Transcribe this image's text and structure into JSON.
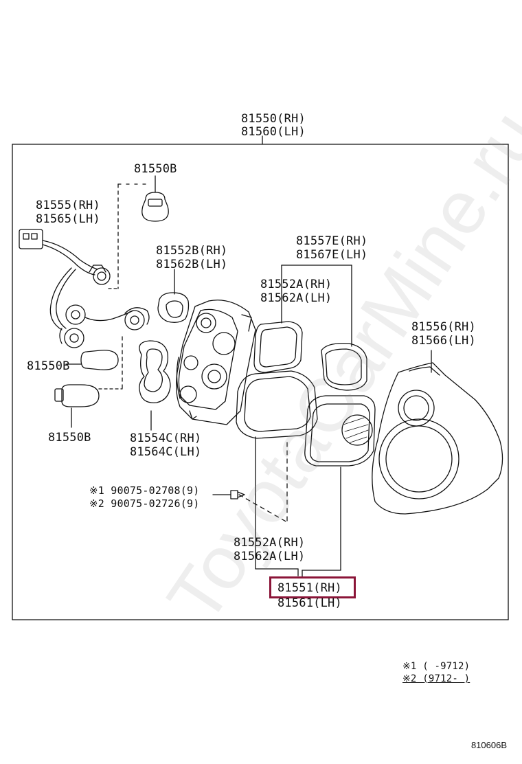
{
  "assembly": {
    "part_rh": "81550(RH)",
    "part_lh": "81560(LH)"
  },
  "parts": {
    "bulb_top": "81550B",
    "socket_rh": "81555(RH)",
    "socket_lh": "81565(LH)",
    "bulb_left": "81550B",
    "bulb_bottom": "81550B",
    "gasket_b_rh": "81552B(RH)",
    "gasket_b_lh": "81562B(LH)",
    "gasket_c_rh": "81554C(RH)",
    "gasket_c_lh": "81564C(LH)",
    "lens_e_rh": "81557E(RH)",
    "lens_e_lh": "81567E(LH)",
    "gasket_a_rh": "81552A(RH)",
    "gasket_a_lh": "81562A(LH)",
    "cover_rh": "81556(RH)",
    "cover_lh": "81566(LH)",
    "gasket_a2_rh": "81552A(RH)",
    "gasket_a2_lh": "81562A(LH)",
    "lens_rh": "81551(RH)",
    "lens_lh": "81561(LH)",
    "screw_1": "※1 90075-02708(9)",
    "screw_2": "※2 90075-02726(9)"
  },
  "legend": {
    "note_1": "※1 (     -9712)",
    "note_2": "※2 (9712-      )"
  },
  "diagram_code": "810606B",
  "watermark": "ToyotaCarMine.ru",
  "colors": {
    "highlight": "#8b1538",
    "line": "#111111"
  }
}
